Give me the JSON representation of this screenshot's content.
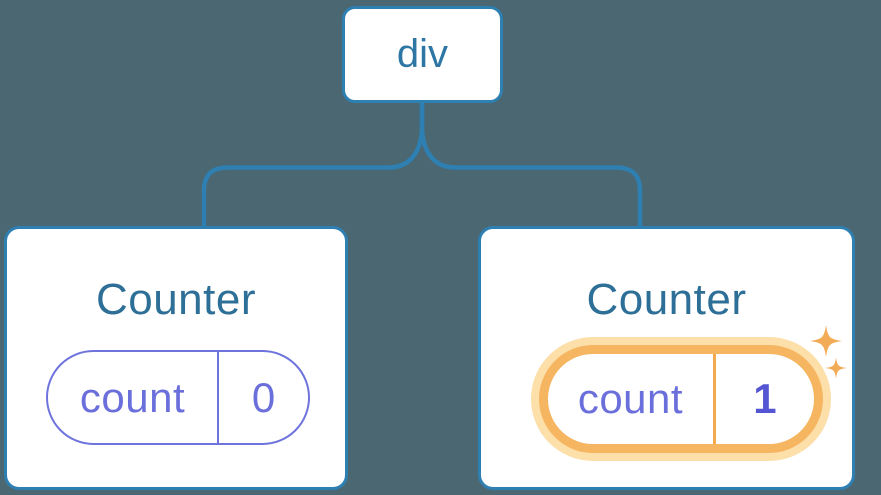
{
  "tree": {
    "root": {
      "label": "div"
    },
    "children": [
      {
        "title": "Counter",
        "state": {
          "key": "count",
          "value": "0"
        },
        "highlighted": false
      },
      {
        "title": "Counter",
        "state": {
          "key": "count",
          "value": "1"
        },
        "highlighted": true,
        "badge_icon": "sparkles-icon"
      }
    ]
  },
  "colors": {
    "background": "#4b6771",
    "node_border_blue": "#2e7fb2",
    "connector_blue": "#2e7fb2",
    "root_label_blue": "#2e76a4",
    "title_blue": "#2d6f96",
    "state_purple": "#6b6fdb",
    "state_value_bold_purple": "#5355d2",
    "highlight_orange": "#f6b561",
    "highlight_glow": "#fcdfa9",
    "sparkle_orange": "#f2ab57",
    "card_background": "#ffffff"
  }
}
